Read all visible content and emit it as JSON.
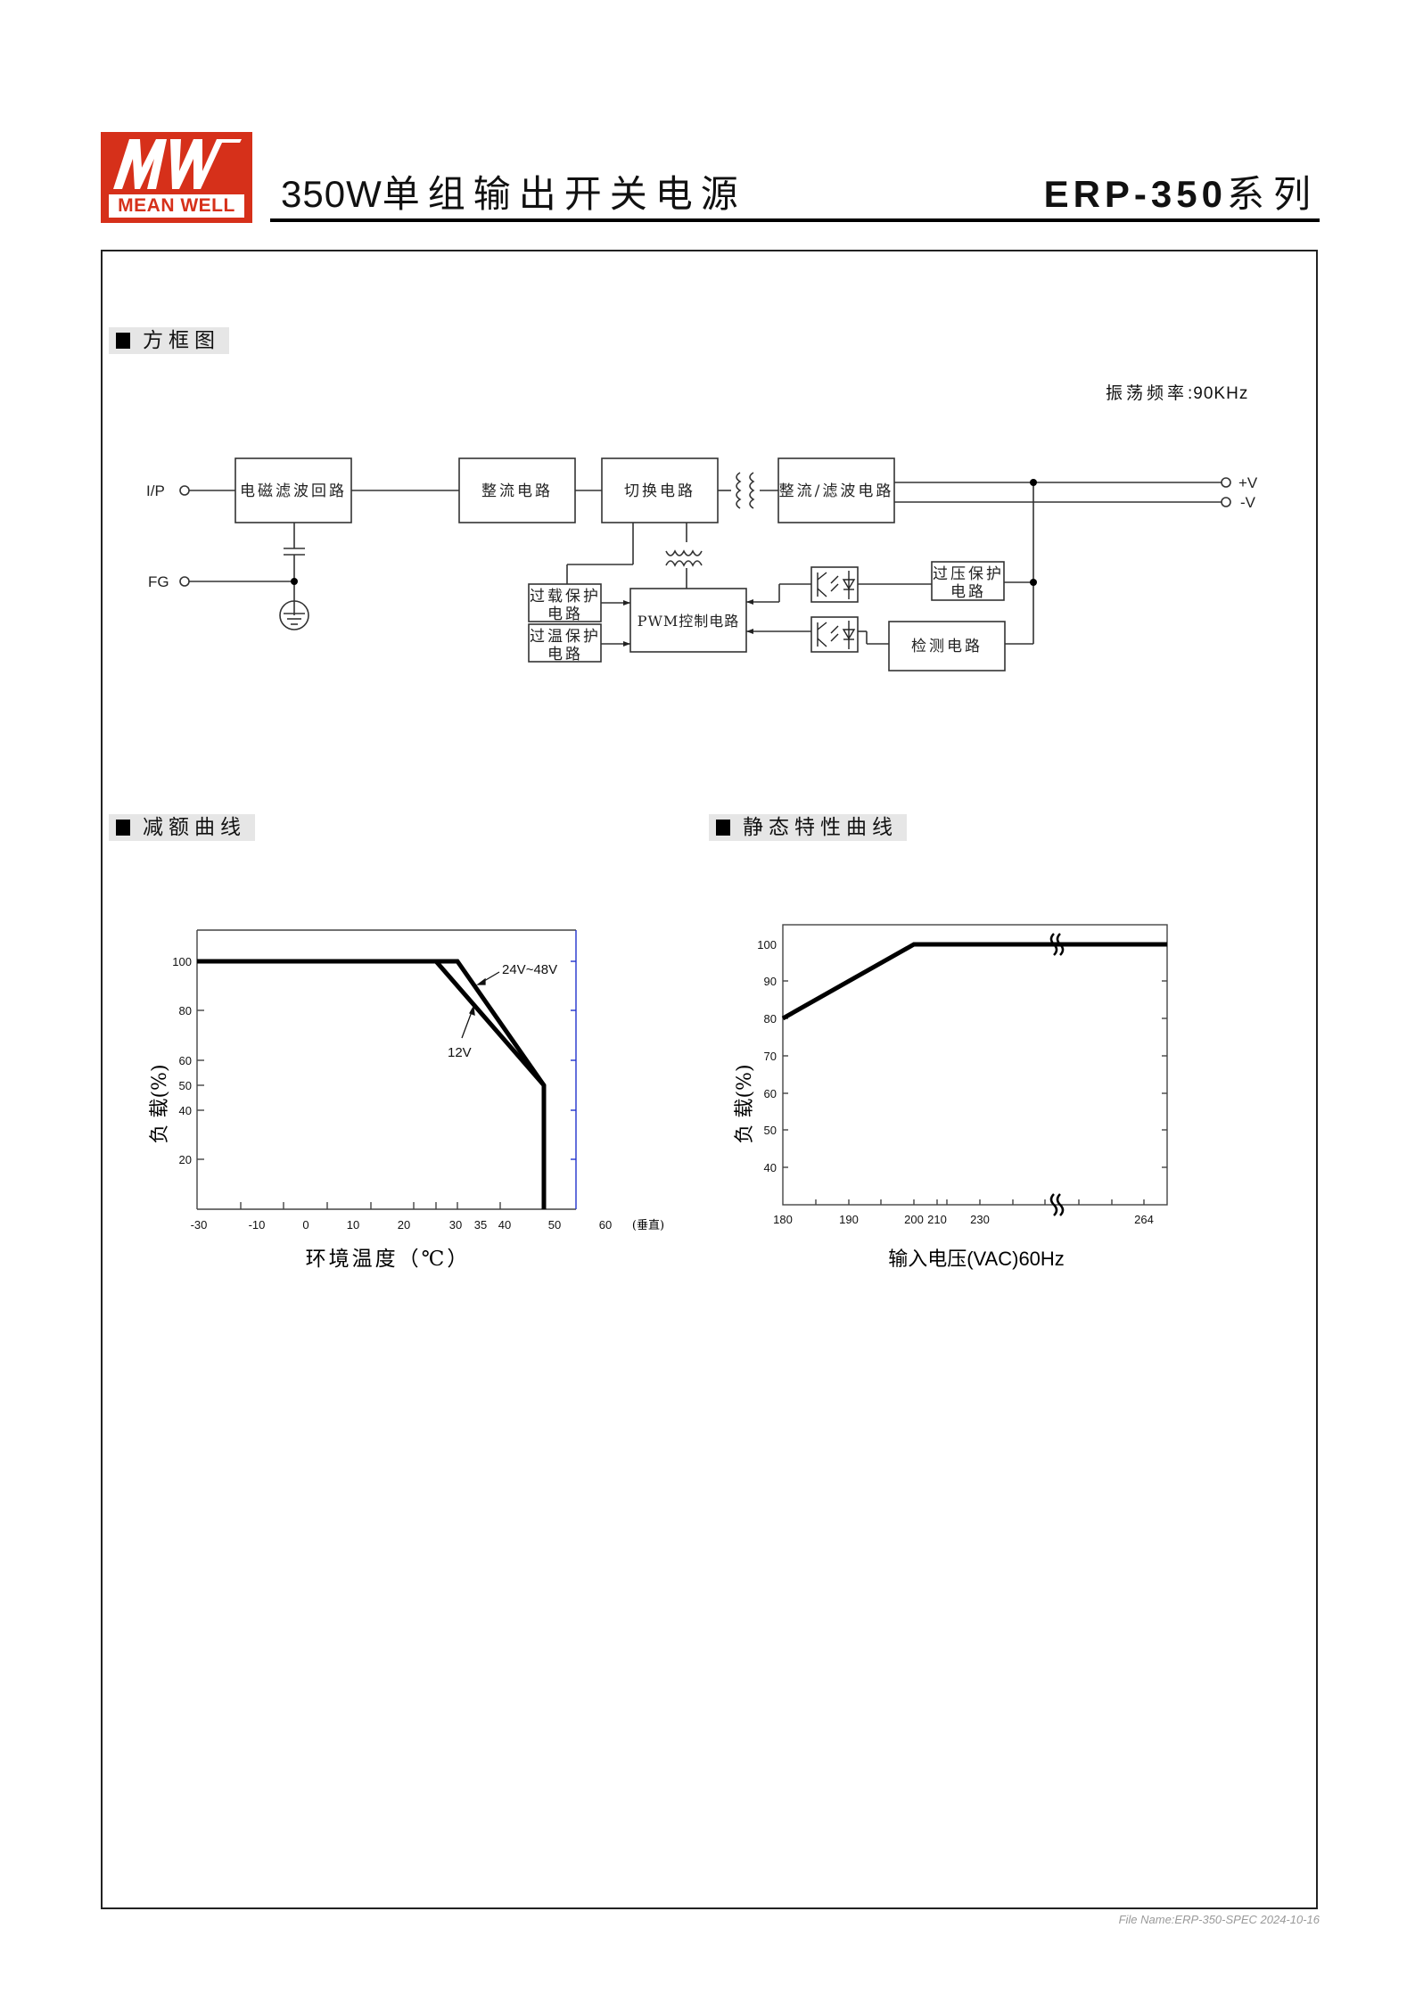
{
  "header": {
    "logo": {
      "letters": "MW",
      "brand": "MEAN WELL",
      "color": "#d6301a"
    },
    "title_prefix": "350W",
    "title_cn": "单组输出开关电源",
    "model": "ERP-350",
    "model_suffix": "系列"
  },
  "sections": {
    "block_diagram": "方框图",
    "derating_curve": "减额曲线",
    "static_characteristics": "静态特性曲线"
  },
  "block_diagram": {
    "frequency_label": "振荡频率",
    "frequency_value": ":90KHz",
    "terminals": {
      "input": "I/P",
      "ground": "FG",
      "pos_out": "+V",
      "neg_out": "-V"
    },
    "blocks": {
      "emi_filter": "电磁滤波回路",
      "rectifier": "整流电路",
      "switching": "切换电路",
      "rect_filter": "整流/滤波电路",
      "pwm": "PWM控制电路",
      "olp_line1": "过载保护",
      "olp_line2": "电路",
      "otp_line1": "过温保护",
      "otp_line2": "电路",
      "ovp_line1": "过压保护",
      "ovp_line2": "电路",
      "detection": "检测电路"
    }
  },
  "chart_data": [
    {
      "type": "line",
      "title": "减额曲线",
      "xlabel": "环境温度（℃）",
      "ylabel": "负载(%)",
      "x_note": "(垂直)",
      "xticks": [
        -30,
        -10,
        0,
        10,
        20,
        30,
        35,
        40,
        50,
        60
      ],
      "yticks": [
        100,
        80,
        60,
        50,
        40,
        20
      ],
      "xlim": [
        -30,
        70
      ],
      "ylim": [
        0,
        110
      ],
      "grid": false,
      "series": [
        {
          "name": "24V~48V",
          "x": [
            -30,
            40,
            60,
            60
          ],
          "y": [
            100,
            100,
            50,
            0
          ]
        },
        {
          "name": "12V",
          "x": [
            -30,
            35,
            60,
            60
          ],
          "y": [
            100,
            100,
            50,
            0
          ]
        }
      ],
      "annotations": [
        "24V~48V",
        "12V"
      ]
    },
    {
      "type": "line",
      "title": "静态特性曲线",
      "xlabel": "输入电压(VAC)60Hz",
      "ylabel": "负载(%)",
      "xticks": [
        180,
        190,
        200,
        210,
        230,
        264
      ],
      "yticks": [
        100,
        90,
        80,
        70,
        60,
        50,
        40
      ],
      "ylim": [
        30,
        105
      ],
      "grid": false,
      "axis_break": true,
      "series": [
        {
          "name": "load",
          "x": [
            180,
            200,
            230,
            264
          ],
          "y": [
            80,
            100,
            100,
            100
          ]
        }
      ]
    }
  ],
  "derating_labels": {
    "ticks_x": [
      "-30",
      "-10",
      "0",
      "10",
      "20",
      "30",
      "35",
      "40",
      "50",
      "60"
    ],
    "ticks_y": [
      "100",
      "80",
      "60",
      "50",
      "40",
      "20"
    ],
    "note": "(垂直)",
    "xlabel": "环境温度（℃）",
    "ylabel": "负 载(%)",
    "series_a": "24V~48V",
    "series_b": "12V"
  },
  "static_labels": {
    "ticks_x": [
      "180",
      "190",
      "200",
      "210",
      "230",
      "264"
    ],
    "ticks_y": [
      "100",
      "90",
      "80",
      "70",
      "60",
      "50",
      "40"
    ],
    "xlabel": "输入电压(VAC)60Hz",
    "ylabel": "负 载(%)"
  },
  "footer": {
    "file_name": "File Name:ERP-350-SPEC 2024-10-16"
  }
}
